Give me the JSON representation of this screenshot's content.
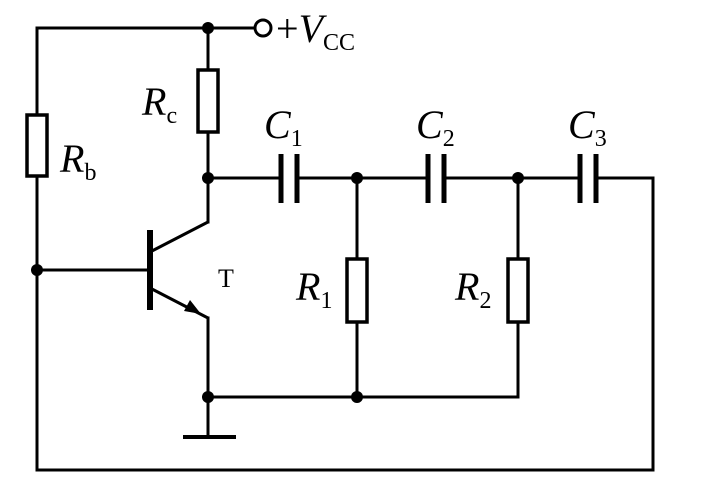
{
  "supply": {
    "sign": "+",
    "symbol": "V",
    "subscript": "CC"
  },
  "components": {
    "rb": {
      "symbol": "R",
      "subscript": "b"
    },
    "rc": {
      "symbol": "R",
      "subscript": "c"
    },
    "c1": {
      "symbol": "C",
      "subscript": "1"
    },
    "c2": {
      "symbol": "C",
      "subscript": "2"
    },
    "c3": {
      "symbol": "C",
      "subscript": "3"
    },
    "r1": {
      "symbol": "R",
      "subscript": "1"
    },
    "r2": {
      "symbol": "R",
      "subscript": "2"
    },
    "transistor": {
      "label": "T"
    }
  }
}
